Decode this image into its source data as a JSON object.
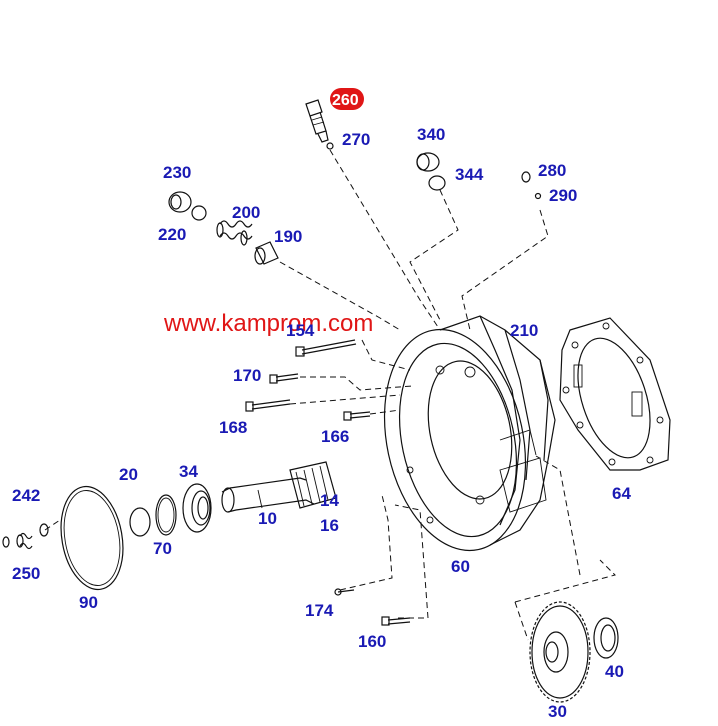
{
  "watermark": "www.kamprom.com",
  "highlight": {
    "label": "260",
    "color": "#e01616"
  },
  "colors": {
    "label": "#1a1ab4",
    "watermark": "#e01616",
    "line": "#111111"
  },
  "parts": [
    {
      "id": "270",
      "label": "270"
    },
    {
      "id": "340",
      "label": "340"
    },
    {
      "id": "344",
      "label": "344"
    },
    {
      "id": "280",
      "label": "280"
    },
    {
      "id": "290",
      "label": "290"
    },
    {
      "id": "230",
      "label": "230"
    },
    {
      "id": "220",
      "label": "220"
    },
    {
      "id": "200",
      "label": "200"
    },
    {
      "id": "190",
      "label": "190"
    },
    {
      "id": "154",
      "label": "154"
    },
    {
      "id": "210",
      "label": "210"
    },
    {
      "id": "170",
      "label": "170"
    },
    {
      "id": "168",
      "label": "168"
    },
    {
      "id": "166",
      "label": "166"
    },
    {
      "id": "20",
      "label": "20"
    },
    {
      "id": "34",
      "label": "34"
    },
    {
      "id": "242",
      "label": "242"
    },
    {
      "id": "14",
      "label": "14"
    },
    {
      "id": "16",
      "label": "16"
    },
    {
      "id": "10",
      "label": "10"
    },
    {
      "id": "70",
      "label": "70"
    },
    {
      "id": "250",
      "label": "250"
    },
    {
      "id": "90",
      "label": "90"
    },
    {
      "id": "60",
      "label": "60"
    },
    {
      "id": "64",
      "label": "64"
    },
    {
      "id": "174",
      "label": "174"
    },
    {
      "id": "160",
      "label": "160"
    },
    {
      "id": "40",
      "label": "40"
    },
    {
      "id": "30",
      "label": "30"
    }
  ]
}
